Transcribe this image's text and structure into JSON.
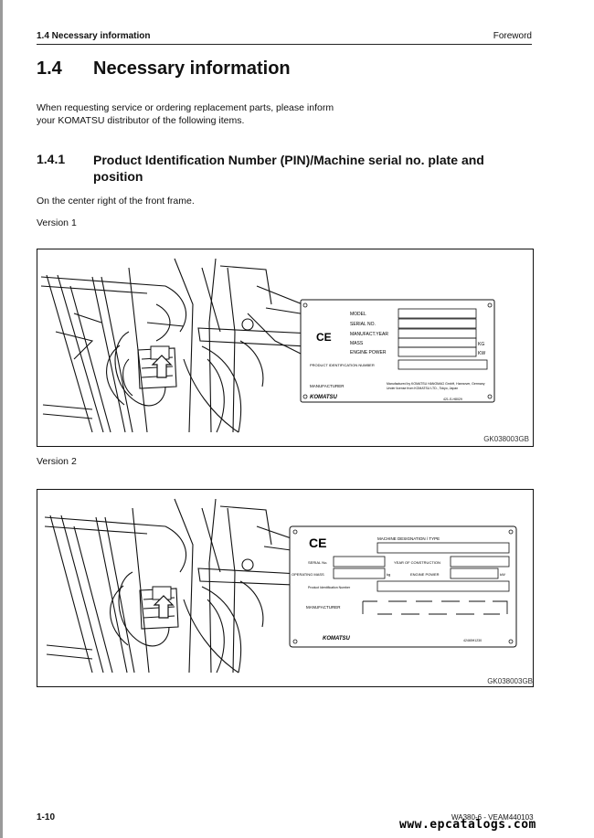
{
  "header": {
    "section": "1.4  Necessary information",
    "chapter": "Foreword"
  },
  "section": {
    "number": "1.4",
    "title": "Necessary information"
  },
  "intro": "When requesting service or ordering replacement parts, please inform your KOMATSU distributor of the following items.",
  "subsection": {
    "number": "1.4.1",
    "title": "Product Identification Number (PIN)/Machine serial no. plate and position"
  },
  "location_text": "On the center right of the front frame.",
  "version1": {
    "label": "Version 1",
    "figure_code": "GK038003GB",
    "plate": {
      "fields": [
        "MODEL",
        "SERIAL NO.",
        "MANUFACT.YEAR",
        "MASS",
        "ENGINE POWER"
      ],
      "units": {
        "mass": "KG",
        "power": "KW"
      },
      "ce": "CE",
      "pin_label": "PRODUCT IDENTIFICATION NUMBER",
      "manufacturer_label": "MANUFACTURER",
      "manufacturer_text_1": "Manufactured by KOMATSU HANOMAG GmbH, Hannover, Germany",
      "manufacturer_text_2": "Under license from KOMATSU LTD., Tokyo, Japan",
      "logo": "KOMATSU",
      "part_no": "421-S-H8029"
    }
  },
  "version2": {
    "label": "Version 2",
    "figure_code": "GK038003GB",
    "plate": {
      "ce": "CE",
      "designation_label": "MACHINE DESIGNATION / TYPE",
      "serial_label": "SERIAL No.",
      "year_label": "YEAR OF CONSTRUCTION",
      "mass_label": "OPERATING MASS",
      "mass_unit": "kg",
      "power_label": "ENGINE POWER",
      "power_unit": "kW",
      "pin_label": "Product Identification Number",
      "manufacturer_label": "MANUFACTURER",
      "logo": "KOMATSU",
      "part_no": "42465H1230"
    }
  },
  "footer": {
    "page": "1-10",
    "doc": "WA380-6 - VEAM440103"
  },
  "watermark": "www.epcatalogs.com"
}
